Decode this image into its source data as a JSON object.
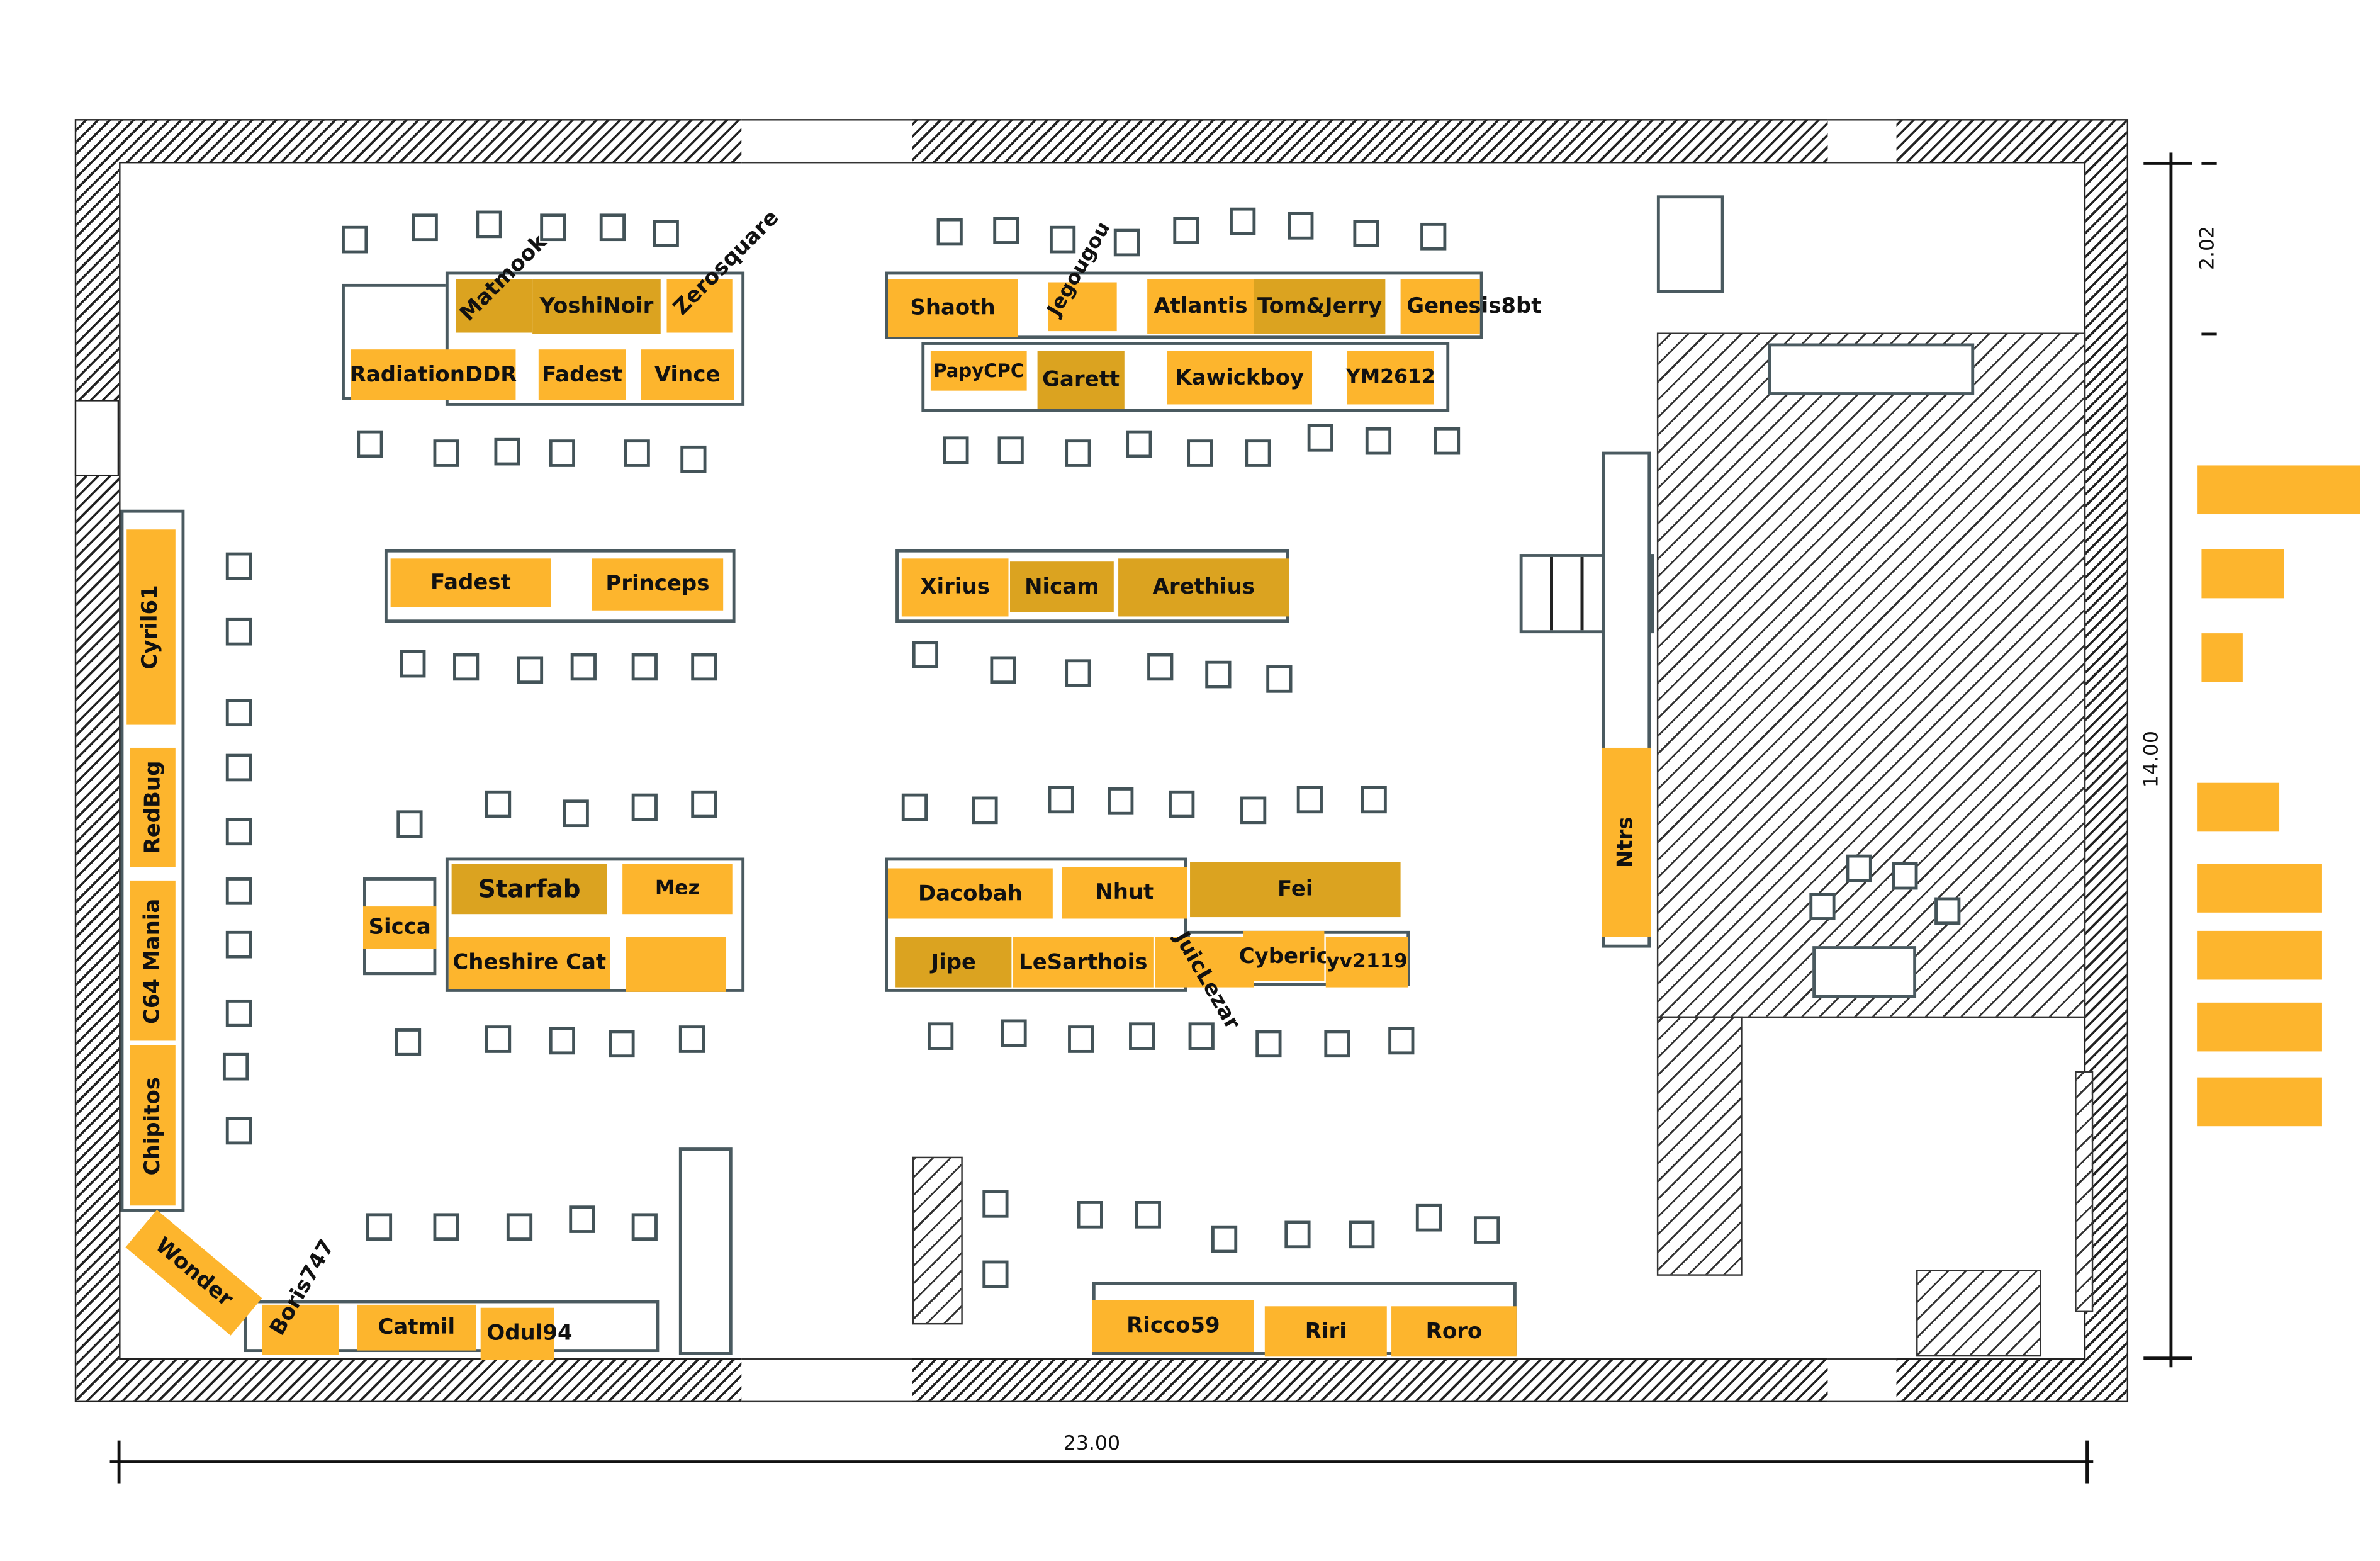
{
  "dimensions": {
    "width": "23.00",
    "height": "14.00",
    "stage_depth": "2.02"
  },
  "colors": {
    "light": "#FDB52D",
    "dark": "#DBA320",
    "wall": "#222222",
    "furniture": "#435358"
  },
  "labels": {
    "matmook": "Matmook",
    "yoshinoir": "YoshiNoir",
    "zerosquare": "Zerosquare",
    "radiationddr": "RadiationDDR",
    "fadest_top": "Fadest",
    "vince": "Vince",
    "shaoth": "Shaoth",
    "jegougou": "Jegougou",
    "atlantis": "Atlantis",
    "tomjerry": "Tom&Jerry",
    "genesis8bt": "Genesis8bt",
    "papycpc": "PapyCPC",
    "garett": "Garett",
    "kawickboy": "Kawickboy",
    "ym2612": "YM2612",
    "fadest_mid": "Fadest",
    "princeps": "Princeps",
    "xirius": "Xirius",
    "nicam": "Nicam",
    "arethius": "Arethius",
    "cyril61": "Cyril61",
    "redbug": "RedBug",
    "c64mania": "C64 Mania",
    "chipitos": "Chipitos",
    "starfab": "Starfab",
    "mez": "Mez",
    "sicca": "Sicca",
    "cheshirecat": "Cheshire Cat",
    "dacobah": "Dacobah",
    "nhut": "Nhut",
    "fei": "Fei",
    "jipe": "Jipe",
    "lesarthois": "LeSarthois",
    "juiclezar": "JuicLezar",
    "cyberic": "Cyberic",
    "yv2119": "yv2119",
    "ntrs": "Ntrs",
    "wonder": "Wonder",
    "boris747": "Boris747",
    "catmil": "Catmil",
    "odul94": "Odul94",
    "ricco59": "Ricco59",
    "riri": "Riri",
    "roro": "Roro"
  }
}
